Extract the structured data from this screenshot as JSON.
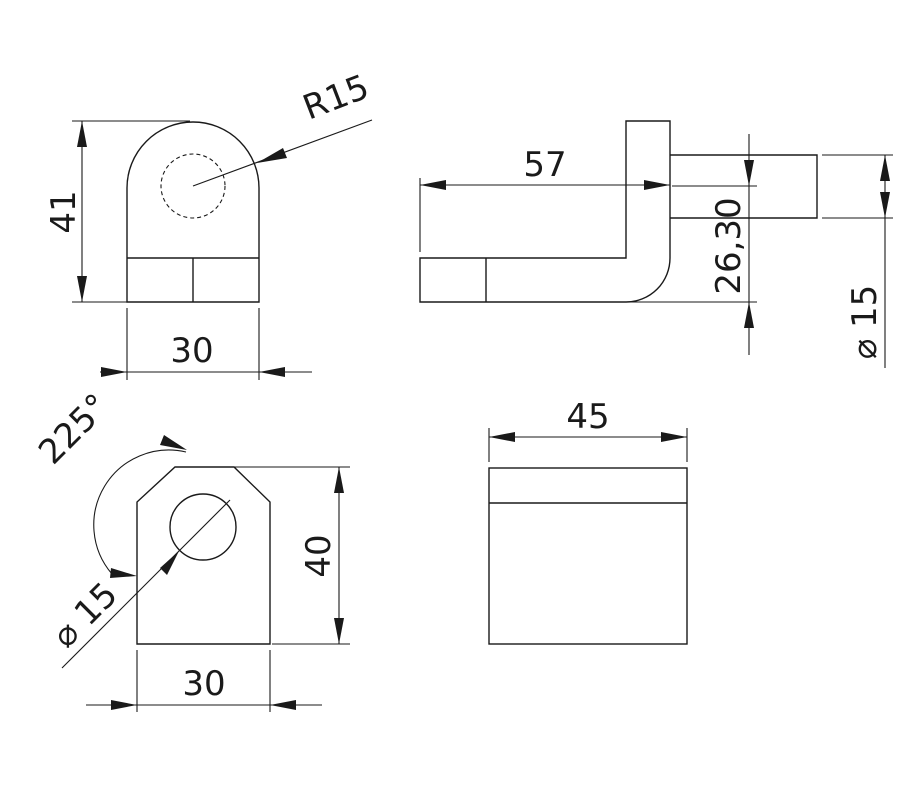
{
  "dimensions": {
    "front_height": "41",
    "front_width": "30",
    "radius": "R15",
    "side_length": "57",
    "side_offset": "26,30",
    "side_diameter": "⌀ 15",
    "angle": "225°",
    "bottom_diameter": "⌀ 15",
    "bottom_height": "40",
    "bottom_width": "30",
    "top_width": "45"
  }
}
